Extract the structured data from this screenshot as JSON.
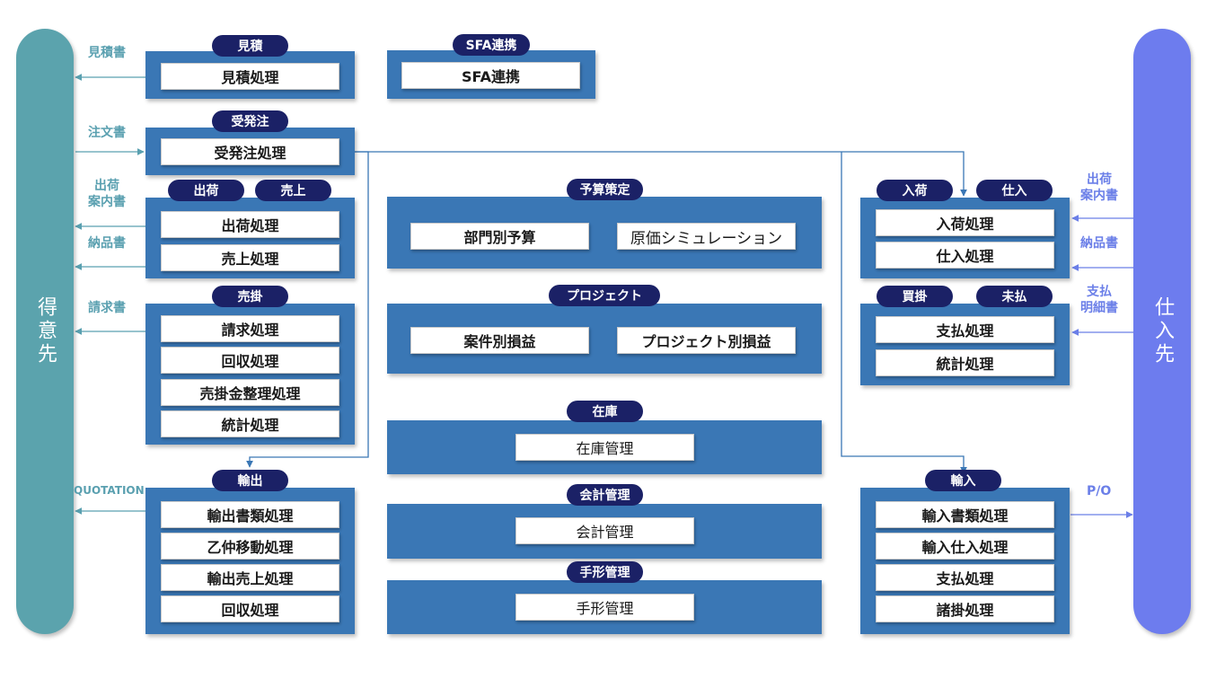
{
  "colors": {
    "customer": "#5ba3ad",
    "supplier": "#6d7cee",
    "module": "#3a77b5",
    "tag": "#1b2166",
    "flow_left": "#5aa0b0",
    "flow_right": "#6b7fe8"
  },
  "customer": "得意先",
  "supplier": "仕入先",
  "left_labels": {
    "mitsumori": "見積書",
    "chumon": "注文書",
    "shukka": "出荷\n案内書",
    "nohin": "納品書",
    "seikyu": "請求書",
    "quotation": "QUOTATION"
  },
  "right_labels": {
    "shukka": "出荷\n案内書",
    "nohin": "納品書",
    "shiharai": "支払\n明細書",
    "po": "P/O"
  },
  "mitsumori": {
    "tag": "見積",
    "items": [
      "見積処理"
    ]
  },
  "sfa": {
    "tag": "SFA連携",
    "items": [
      "SFA連携"
    ]
  },
  "juhatchu": {
    "tag": "受発注",
    "items": [
      "受発注処理"
    ]
  },
  "shukka_uriage": {
    "tags": [
      "出荷",
      "売上"
    ],
    "items": [
      "出荷処理",
      "売上処理"
    ]
  },
  "urikake": {
    "tag": "売掛",
    "items": [
      "請求処理",
      "回収処理",
      "売掛金整理処理",
      "統計処理"
    ]
  },
  "yushutsu": {
    "tag": "輸出",
    "items": [
      "輸出書類処理",
      "乙仲移動処理",
      "輸出売上処理",
      "回収処理"
    ]
  },
  "yosan": {
    "tag": "予算策定",
    "items": [
      "部門別予算",
      "原価シミュレーション"
    ]
  },
  "project": {
    "tag": "プロジェクト",
    "items": [
      "案件別損益",
      "プロジェクト別損益"
    ]
  },
  "zaiko": {
    "tag": "在庫",
    "items": [
      "在庫管理"
    ]
  },
  "kaikei": {
    "tag": "会計管理",
    "items": [
      "会計管理"
    ]
  },
  "tegata": {
    "tag": "手形管理",
    "items": [
      "手形管理"
    ]
  },
  "nyuka_shiire": {
    "tags": [
      "入荷",
      "仕入"
    ],
    "items": [
      "入荷処理",
      "仕入処理"
    ]
  },
  "kaikake_miharai": {
    "tags": [
      "買掛",
      "未払"
    ],
    "items": [
      "支払処理",
      "統計処理"
    ]
  },
  "yunyu": {
    "tag": "輸入",
    "items": [
      "輸入書類処理",
      "輸入仕入処理",
      "支払処理",
      "諸掛処理"
    ]
  }
}
